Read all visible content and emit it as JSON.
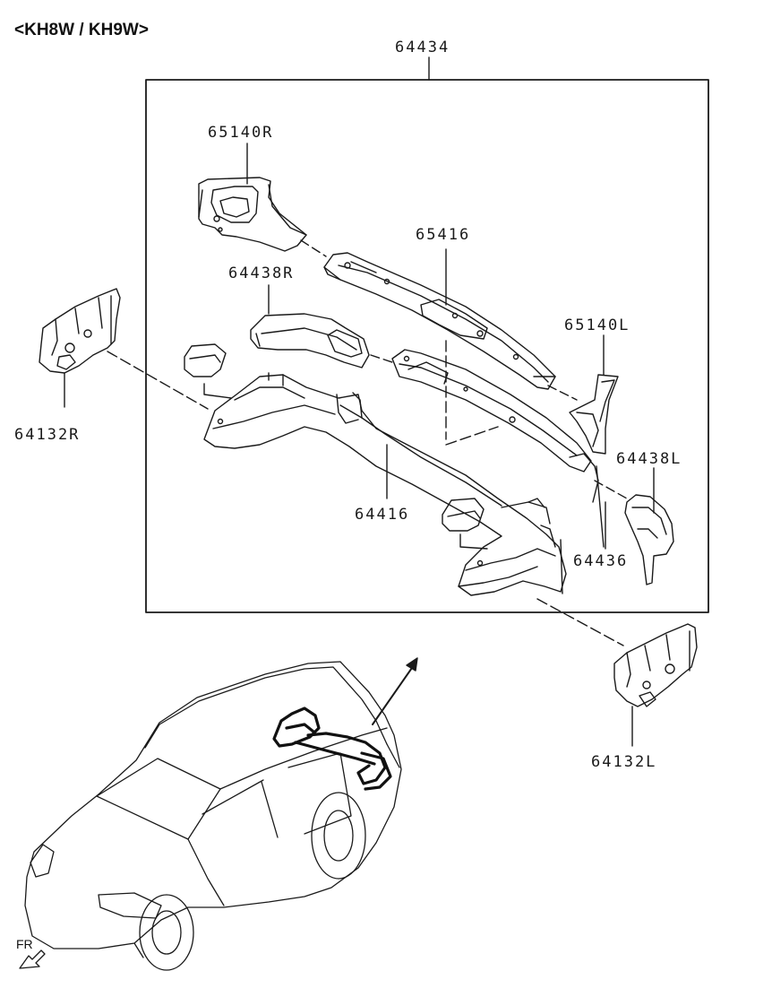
{
  "heading": "<KH8W / KH9W>",
  "labels": {
    "assembly": "64434",
    "p65140R": "65140R",
    "p65416": "65416",
    "p64438R": "64438R",
    "p65140L": "65140L",
    "p64132R": "64132R",
    "p64438L": "64438L",
    "p64416": "64416",
    "p64436": "64436",
    "p64132L": "64132L"
  },
  "orientation": "FR",
  "colors": {
    "line": "#1a1a1a",
    "background": "#ffffff",
    "highlight": "#111111"
  },
  "icons": [
    "front-direction-arrow-icon",
    "location-arrow-icon"
  ]
}
